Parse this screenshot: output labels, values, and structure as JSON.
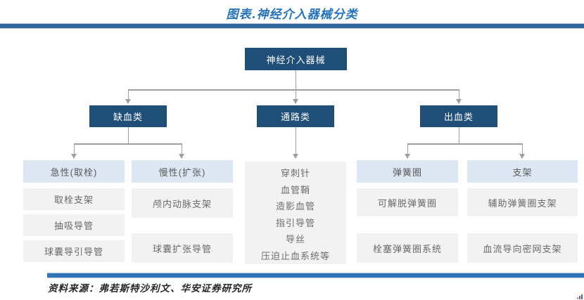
{
  "title": "图表.神经介入器械分类",
  "source": "资料来源：弗若斯特沙利文、华安证券研究所",
  "tree": {
    "root": "神经介入器械",
    "branches": [
      {
        "label": "缺血类",
        "children": [
          {
            "label": "急性(取栓)",
            "items": [
              "取栓支架",
              "抽吸导管",
              "球囊导引导管"
            ]
          },
          {
            "label": "慢性(扩张)",
            "items": [
              "颅内动脉支架",
              "球囊扩张导管"
            ]
          }
        ]
      },
      {
        "label": "通路类",
        "items": [
          "穿刺针",
          "血管鞘",
          "造影血管",
          "指引导管",
          "导丝",
          "压迫止血系统等"
        ]
      },
      {
        "label": "出血类",
        "children": [
          {
            "label": "弹簧圈",
            "items": [
              "可解脱弹簧圈",
              "栓塞弹簧圈系统"
            ]
          },
          {
            "label": "支架",
            "items": [
              "辅助弹簧圈支架",
              "血流导向密网支架"
            ]
          }
        ]
      }
    ]
  },
  "colors": {
    "navy": "#1F4E79",
    "light_blue": "#DCE7F3",
    "gray_box": "#F2F2F2",
    "connector_gray": "#9E9E9E",
    "title_blue": "#2673BD",
    "top_rule_blue": "#31659B",
    "bottom_bar_blue": "#2E75B6"
  }
}
